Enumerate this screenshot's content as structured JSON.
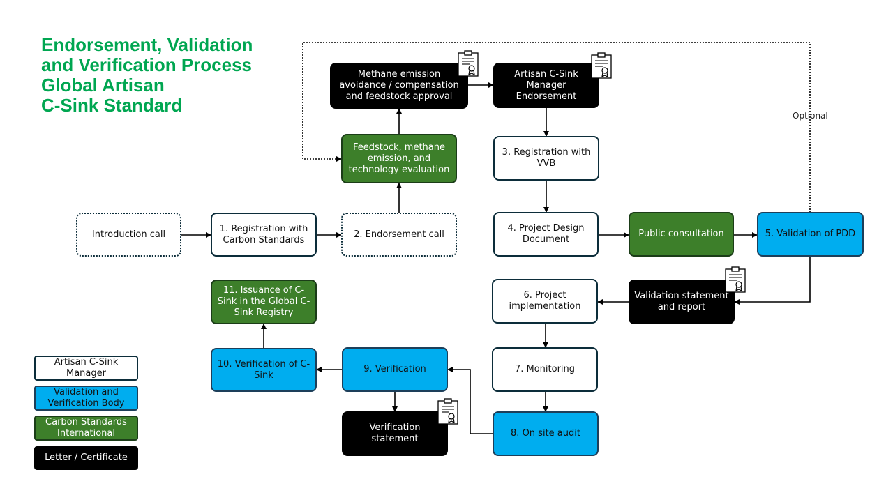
{
  "title": {
    "lines": [
      "Endorsement, Validation",
      "and Verification Process",
      "Global Artisan",
      "C-Sink Standard"
    ]
  },
  "nodes": {
    "intro": "Introduction call",
    "registration_cs": "1. Registration with Carbon Standards",
    "endorsement_call": "2. Endorsement call",
    "feedstock_eval": "Feedstock, methane emission, and technology evaluation",
    "methane_approval": "Methane emission avoidance / compensation and feedstock approval",
    "manager_endorsement": "Artisan C-Sink Manager Endorsement",
    "registration_vvb": "3. Registration with VVB",
    "pdd": "4. Project Design Document",
    "public_consultation": "Public consultation",
    "validation_pdd": "5. Validation of PDD",
    "validation_statement": "Validation statement and report",
    "project_implementation": "6. Project implementation",
    "monitoring": "7. Monitoring",
    "onsite_audit": "8. On site audit",
    "verification": "9. Verification",
    "verification_statement": "Verification statement",
    "verification_csink": "10. Verification of C-Sink",
    "issuance": "11. Issuance of C-Sink in the Global C-Sink Registry"
  },
  "optional_label": "Optional",
  "legend": {
    "manager": "Artisan C-Sink Manager",
    "vvb": "Validation and Verification Body",
    "csi": "Carbon Standards International",
    "letter": "Letter / Certificate"
  },
  "colors": {
    "title_green": "#00a651",
    "csi_green": "#3d7f2a",
    "vvb_blue": "#00adef",
    "letter_black": "#000000",
    "border_dark": "#0c2d3a"
  },
  "icons": [
    "certificate-icon"
  ]
}
